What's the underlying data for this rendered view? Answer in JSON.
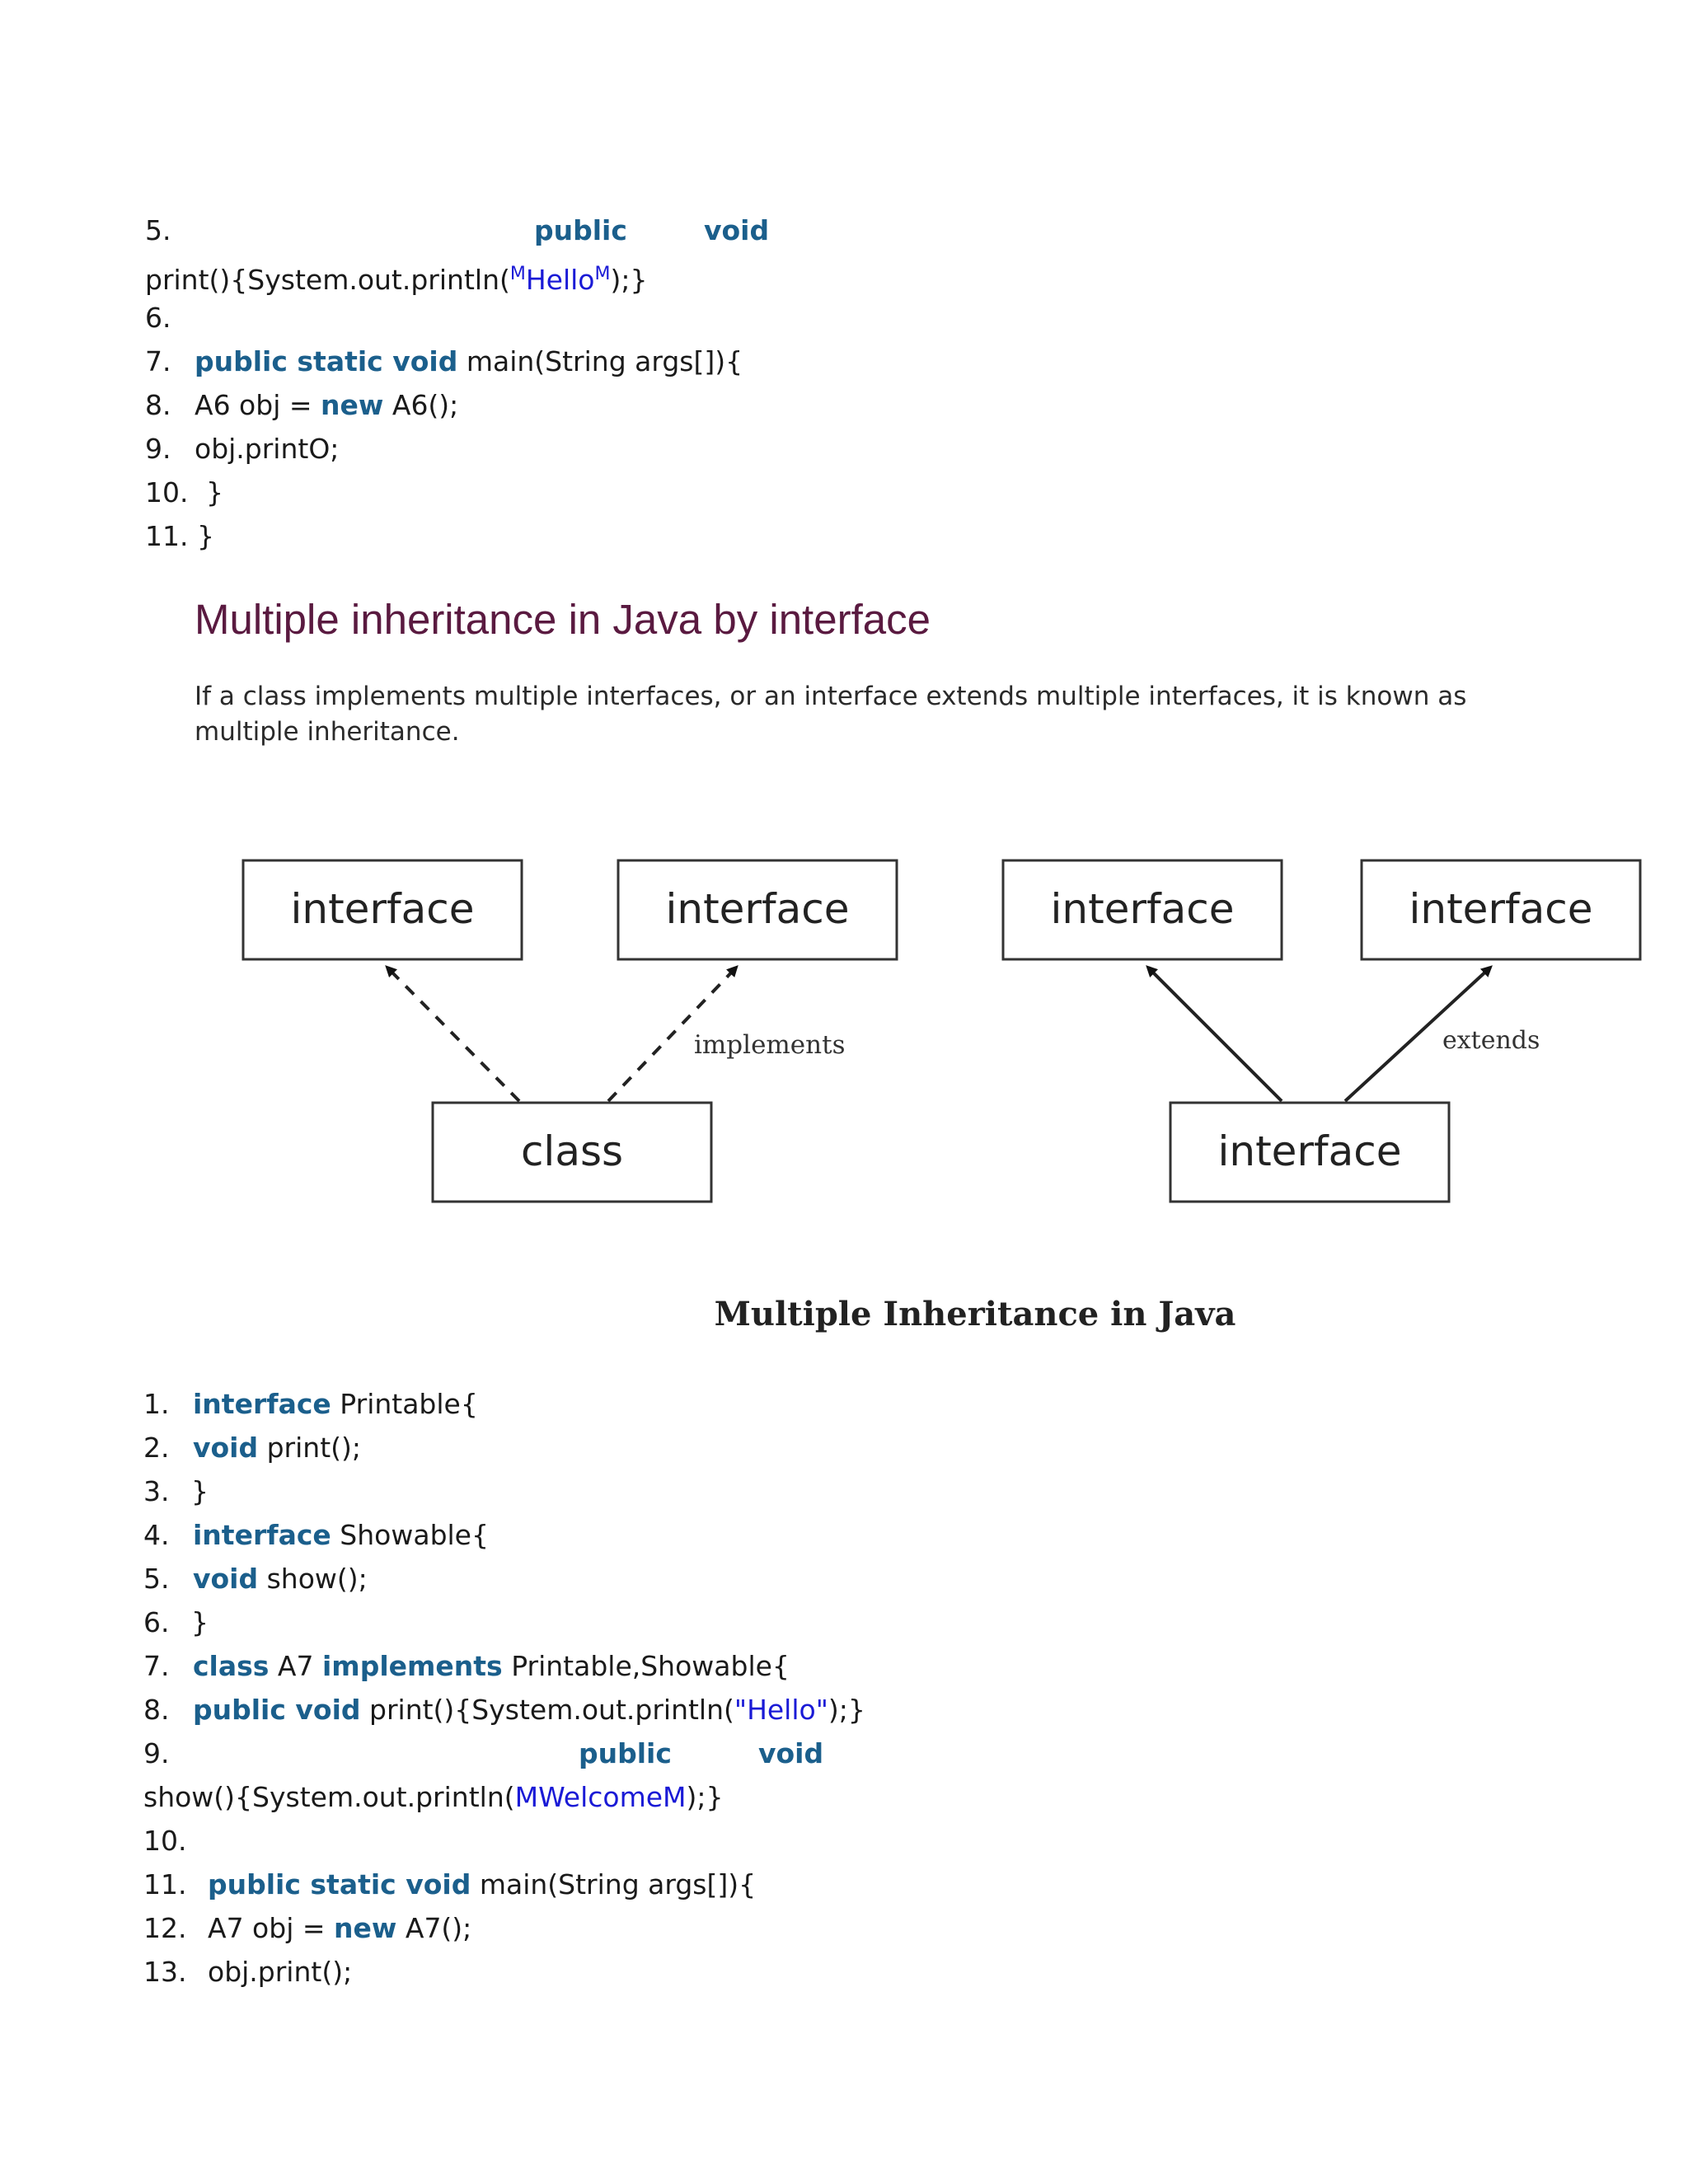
{
  "code_top": {
    "l5": {
      "num": "5.",
      "kw1": "public",
      "kw2": "void"
    },
    "l5b": {
      "pre": "print(){System.out.println(",
      "sup1": "M",
      "str": "Hello",
      "sup2": "M",
      "post": ");}"
    },
    "l6": {
      "num": "6."
    },
    "l7": {
      "num": "7.",
      "kw": "public static void",
      "text": " main(String args[]){"
    },
    "l8": {
      "num": "8.",
      "pre": "A6 obj = ",
      "kw": "new",
      "post": " A6();"
    },
    "l9": {
      "num": "9.",
      "text": "obj.printO;"
    },
    "l10": {
      "num": "10.",
      "text": "}"
    },
    "l11": {
      "num": "11. }"
    }
  },
  "section": {
    "heading": "Multiple inheritance in Java by interface",
    "paragraph": "If a class implements multiple interfaces, or an interface extends multiple interfaces, it is known as multiple inheritance."
  },
  "diagram": {
    "left": {
      "top_left": "interface",
      "top_right": "interface",
      "bottom": "class",
      "arrow_label": "implements"
    },
    "right": {
      "top_left": "interface",
      "top_right": "interface",
      "bottom": "interface",
      "arrow_label": "extends"
    },
    "caption": "Multiple Inheritance in Java"
  },
  "code_bottom": {
    "l1": {
      "num": "1.",
      "kw": "interface",
      "text": " Printable{"
    },
    "l2": {
      "num": "2.",
      "kw": "void",
      "text": " print();"
    },
    "l3": {
      "num": "3.",
      "text": "}"
    },
    "l4": {
      "num": "4.",
      "kw": "interface",
      "text": " Showable{"
    },
    "l5": {
      "num": "5.",
      "kw": "void",
      "text": " show();"
    },
    "l6": {
      "num": "6.",
      "text": "}"
    },
    "l7": {
      "num": "7.",
      "kw1": "class",
      "mid": " A7 ",
      "kw2": "implements",
      "text": " Printable,Showable{"
    },
    "l8": {
      "num": "8.",
      "kw": "public void",
      "pre": " print(){System.out.println(",
      "str": "\"Hello\"",
      "post": ");}"
    },
    "l9": {
      "num": "9.",
      "kw1": "public",
      "kw2": "void"
    },
    "l9b": {
      "pre": "show(){System.out.println(",
      "str": "MWelcomeM",
      "post": ");}"
    },
    "l10": {
      "num": "10."
    },
    "l11": {
      "num": "11.",
      "kw": "public static void",
      "text": " main(String args[]){"
    },
    "l12": {
      "num": "12.",
      "pre": "A7 obj = ",
      "kw": "new",
      "post": " A7();"
    },
    "l13": {
      "num": "13.",
      "text": "obj.print();"
    }
  },
  "colors": {
    "keyword": "#1b5f8c",
    "string": "#1a1ad6",
    "heading": "#5a1a40"
  }
}
